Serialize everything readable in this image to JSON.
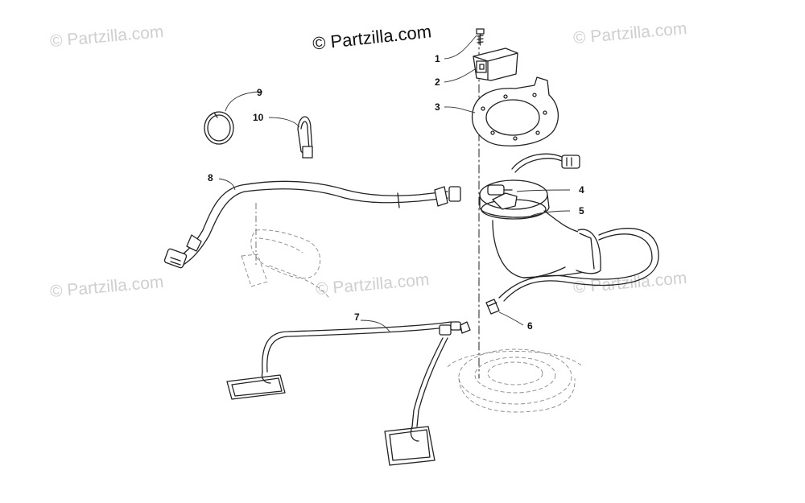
{
  "watermarks": {
    "top_left": "© Partzilla.com",
    "top_right": "© Partzilla.com",
    "mid_left": "© Partzilla.com",
    "mid_center": "© Partzilla.com",
    "mid_right": "© Partzilla.com"
  },
  "brand_label": "© Partzilla.com",
  "callouts": {
    "c1": "1",
    "c2": "2",
    "c3": "3",
    "c4": "4",
    "c5": "5",
    "c6": "6",
    "c7": "7",
    "c8": "8",
    "c9": "9",
    "c10": "10"
  },
  "colors": {
    "line": "#222222",
    "watermark": "#cfcfcf",
    "dashed": "#888888"
  }
}
